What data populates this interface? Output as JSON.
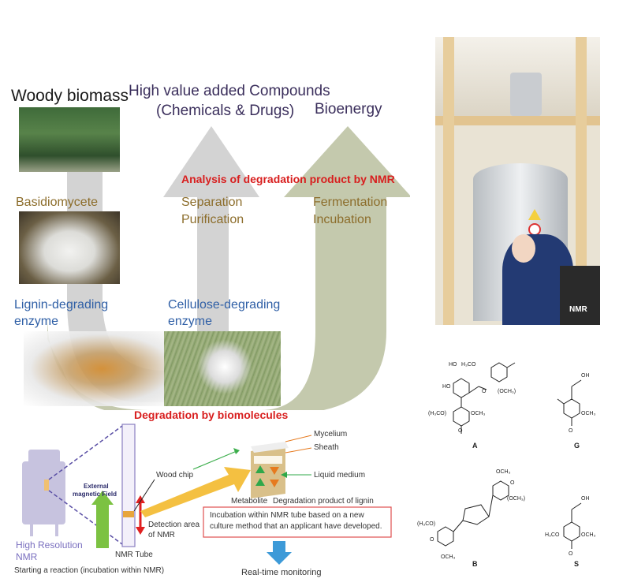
{
  "top_labels": {
    "woody_biomass": "Woody biomass",
    "high_value_line1": "High value added Compounds",
    "high_value_line2": "(Chemicals & Drugs)",
    "bioenergy": "Bioenergy"
  },
  "process_labels": {
    "analysis": "Analysis of degradation product by NMR",
    "basidiomycete": "Basidiomycete",
    "separation": "Separation",
    "purification": "Purification",
    "fermentation": "Fermentation",
    "incubation": "Incubation",
    "lignin_line1": "Lignin-degrading",
    "lignin_line2": "enzyme",
    "cellulose_line1": "Cellulose-degrading",
    "cellulose_line2": "enzyme",
    "degradation": "Degradation by biomolecules"
  },
  "nmr_section": {
    "external_field_line1": "External",
    "external_field_line2": "magnetic Field",
    "high_res_line1": "High Resolution",
    "high_res_line2": "NMR",
    "nmr_tube": "NMR Tube",
    "detection_line1": "Detection area",
    "detection_line2": "of NMR",
    "starting": "Starting a reaction (incubation within NMR)",
    "wood_chip": "Wood chip",
    "mycelium": "Mycelium",
    "sheath": "Sheath",
    "liquid_medium": "Liquid medium",
    "metabolite": "Metabolite",
    "degradation_product": "Degradation product of lignin",
    "box_line1": "Incubation within NMR tube based on a new",
    "box_line2": "culture method that an applicant have developed.",
    "realtime": "Real-time monitoring"
  },
  "photo": {
    "nmr_brand": "NMR"
  },
  "structures": {
    "label_a": "A",
    "label_g": "G",
    "label_b": "B",
    "label_s": "S",
    "groups": {
      "ho": "HO",
      "h3co": "H₃CO",
      "och3_paren": "(OCH₃)",
      "och3": "OCH₃",
      "h3co_paren": "(H₃CO)",
      "oh": "OH",
      "o": "O"
    }
  },
  "colors": {
    "arrow_green": "#c4c9ad",
    "arrow_gray": "#d3d3d3",
    "tan_text": "#8c6d2b",
    "blue_text": "#2f5fa6",
    "red_text": "#d81e1e"
  }
}
